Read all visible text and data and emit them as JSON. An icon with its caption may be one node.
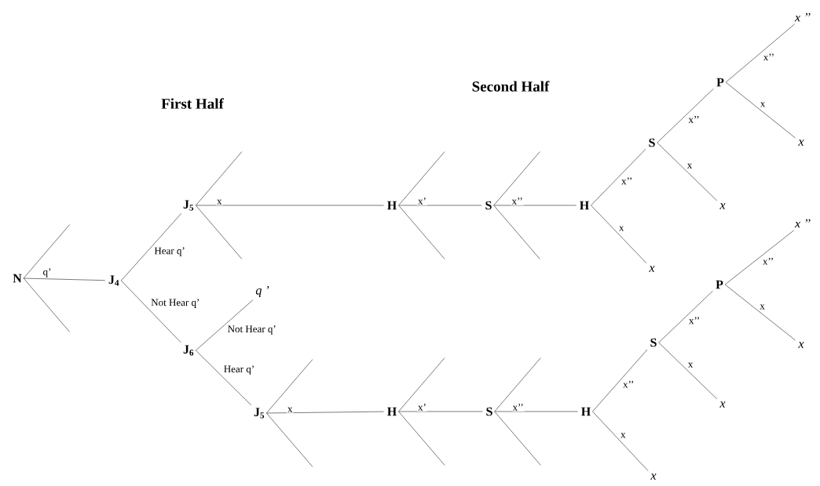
{
  "diagram": {
    "nodes": [
      {
        "text": [
          "N"
        ]
      },
      {
        "text": [
          "J$_{4}$"
        ]
      },
      {
        "text": [
          "J$_{5}$"
        ]
      },
      {
        "text": [
          "J$_{6}$"
        ]
      },
      {
        "text": [
          "q ’"
        ]
      },
      {
        "text": [
          "J$_{5}$"
        ]
      },
      {
        "text": [
          "H"
        ]
      },
      {
        "text": [
          "S"
        ]
      },
      {
        "text": [
          "H"
        ]
      },
      {
        "text": [
          "S"
        ]
      },
      {
        "text": [
          "x"
        ]
      },
      {
        "text": [
          "P"
        ]
      },
      {
        "text": [
          "x"
        ]
      },
      {
        "text": [
          "x ’’"
        ]
      },
      {
        "text": [
          "x"
        ]
      },
      {
        "text": [
          "H"
        ]
      },
      {
        "text": [
          "S"
        ]
      },
      {
        "text": [
          "H"
        ]
      },
      {
        "text": [
          "S"
        ]
      },
      {
        "text": [
          "x"
        ]
      },
      {
        "text": [
          "P"
        ]
      },
      {
        "text": [
          "x"
        ]
      },
      {
        "text": [
          "x ’’"
        ]
      },
      {
        "text": [
          "x"
        ]
      }
    ],
    "edges": [
      {
        "from": 0,
        "to": null,
        "arrow": "none"
      },
      {
        "from": 0,
        "to": 1,
        "arrow": "none",
        "label": "q’"
      },
      {
        "from": 0,
        "to": null,
        "arrow": "none"
      },
      {
        "from": 1,
        "to": 2,
        "arrow": "none",
        "label": "Hear q’"
      },
      {
        "from": 1,
        "to": 3,
        "arrow": "none",
        "label": "Not Hear q’"
      },
      {
        "from": 2,
        "to": null,
        "arrow": "none"
      },
      {
        "from": 2,
        "to": 6,
        "arrow": "none",
        "label": "x"
      },
      {
        "from": 2,
        "to": null,
        "arrow": "none"
      },
      {
        "from": 3,
        "to": 4,
        "arrow": "none",
        "label": "Not Hear q’"
      },
      {
        "from": 3,
        "to": 5,
        "arrow": "none",
        "label": "Hear q’"
      },
      {
        "from": 5,
        "to": null,
        "arrow": "none"
      },
      {
        "from": 5,
        "to": 15,
        "arrow": "none",
        "label": "x"
      },
      {
        "from": 5,
        "to": null,
        "arrow": "none"
      },
      {
        "from": 6,
        "to": null,
        "arrow": "none"
      },
      {
        "from": 6,
        "to": 7,
        "arrow": "none",
        "label": "x’"
      },
      {
        "from": 6,
        "to": null,
        "arrow": "none"
      },
      {
        "from": 7,
        "to": null,
        "arrow": "none"
      },
      {
        "from": 7,
        "to": 8,
        "arrow": "none",
        "label": "x’’"
      },
      {
        "from": 7,
        "to": null,
        "arrow": "none"
      },
      {
        "from": 8,
        "to": 9,
        "arrow": "none",
        "label": "x’’"
      },
      {
        "from": 8,
        "to": 10,
        "arrow": "none",
        "label": "x"
      },
      {
        "from": 9,
        "to": 11,
        "arrow": "none",
        "label": "x’’"
      },
      {
        "from": 9,
        "to": 12,
        "arrow": "none",
        "label": "x"
      },
      {
        "from": 11,
        "to": 13,
        "arrow": "none",
        "label": "x’’"
      },
      {
        "from": 11,
        "to": 14,
        "arrow": "none",
        "label": "x"
      },
      {
        "from": 15,
        "to": null,
        "arrow": "none"
      },
      {
        "from": 15,
        "to": 16,
        "arrow": "none",
        "label": "x’"
      },
      {
        "from": 15,
        "to": null,
        "arrow": "none"
      },
      {
        "from": 16,
        "to": null,
        "arrow": "none"
      },
      {
        "from": 16,
        "to": 17,
        "arrow": "none",
        "label": "x’’"
      },
      {
        "from": 16,
        "to": null,
        "arrow": "none"
      },
      {
        "from": 17,
        "to": 18,
        "arrow": "none",
        "label": "x’’"
      },
      {
        "from": 17,
        "to": 19,
        "arrow": "none",
        "label": "x"
      },
      {
        "from": 18,
        "to": 20,
        "arrow": "none",
        "label": "x’’"
      },
      {
        "from": 18,
        "to": 21,
        "arrow": "none",
        "label": "x"
      },
      {
        "from": 20,
        "to": 22,
        "arrow": "none",
        "label": "x’’"
      },
      {
        "from": 20,
        "to": 23,
        "arrow": "none",
        "label": "x"
      }
    ],
    "labels": [
      "First Half",
      "Second Half"
    ]
  }
}
